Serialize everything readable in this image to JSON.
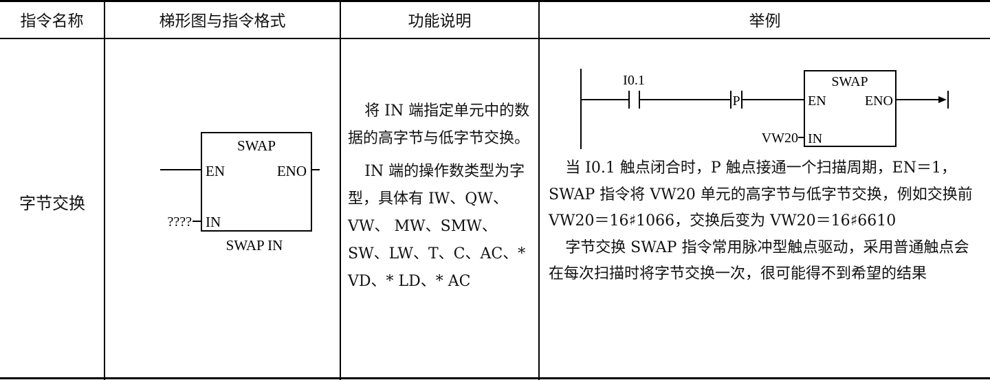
{
  "headers": [
    "指令名称",
    "梯形图与指令格式",
    "功能说明",
    "举例"
  ],
  "instruction_name": "字节交换",
  "ladder": {
    "box_title": "SWAP",
    "en": "EN",
    "eno": "ENO",
    "in": "IN",
    "in_operand": "????",
    "statement": "SWAP IN"
  },
  "function": {
    "p1": "将 IN 端指定单元中的数据的高字节与低字节交换。",
    "p2": "IN 端的操作数类型为字型，具体有 IW、QW、 VW、 MW、SMW、SW、LW、T、C、AC、* VD、* LD、* AC"
  },
  "example_ladder": {
    "contact": "I0.1",
    "pulse": "P",
    "box_title": "SWAP",
    "en": "EN",
    "eno": "ENO",
    "in": "IN",
    "in_operand": "VW20"
  },
  "example_text": {
    "p1": "当 I0.1 触点闭合时，P 触点接通一个扫描周期，EN＝1，SWAP 指令将 VW20 单元的高字节与低字节交换，例如交换前 VW20＝16♯1066，交换后变为 VW20＝16♯6610",
    "p2": "字节交换 SWAP 指令常用脉冲型触点驱动，采用普通触点会在每次扫描时将字节交换一次，很可能得不到希望的结果"
  }
}
